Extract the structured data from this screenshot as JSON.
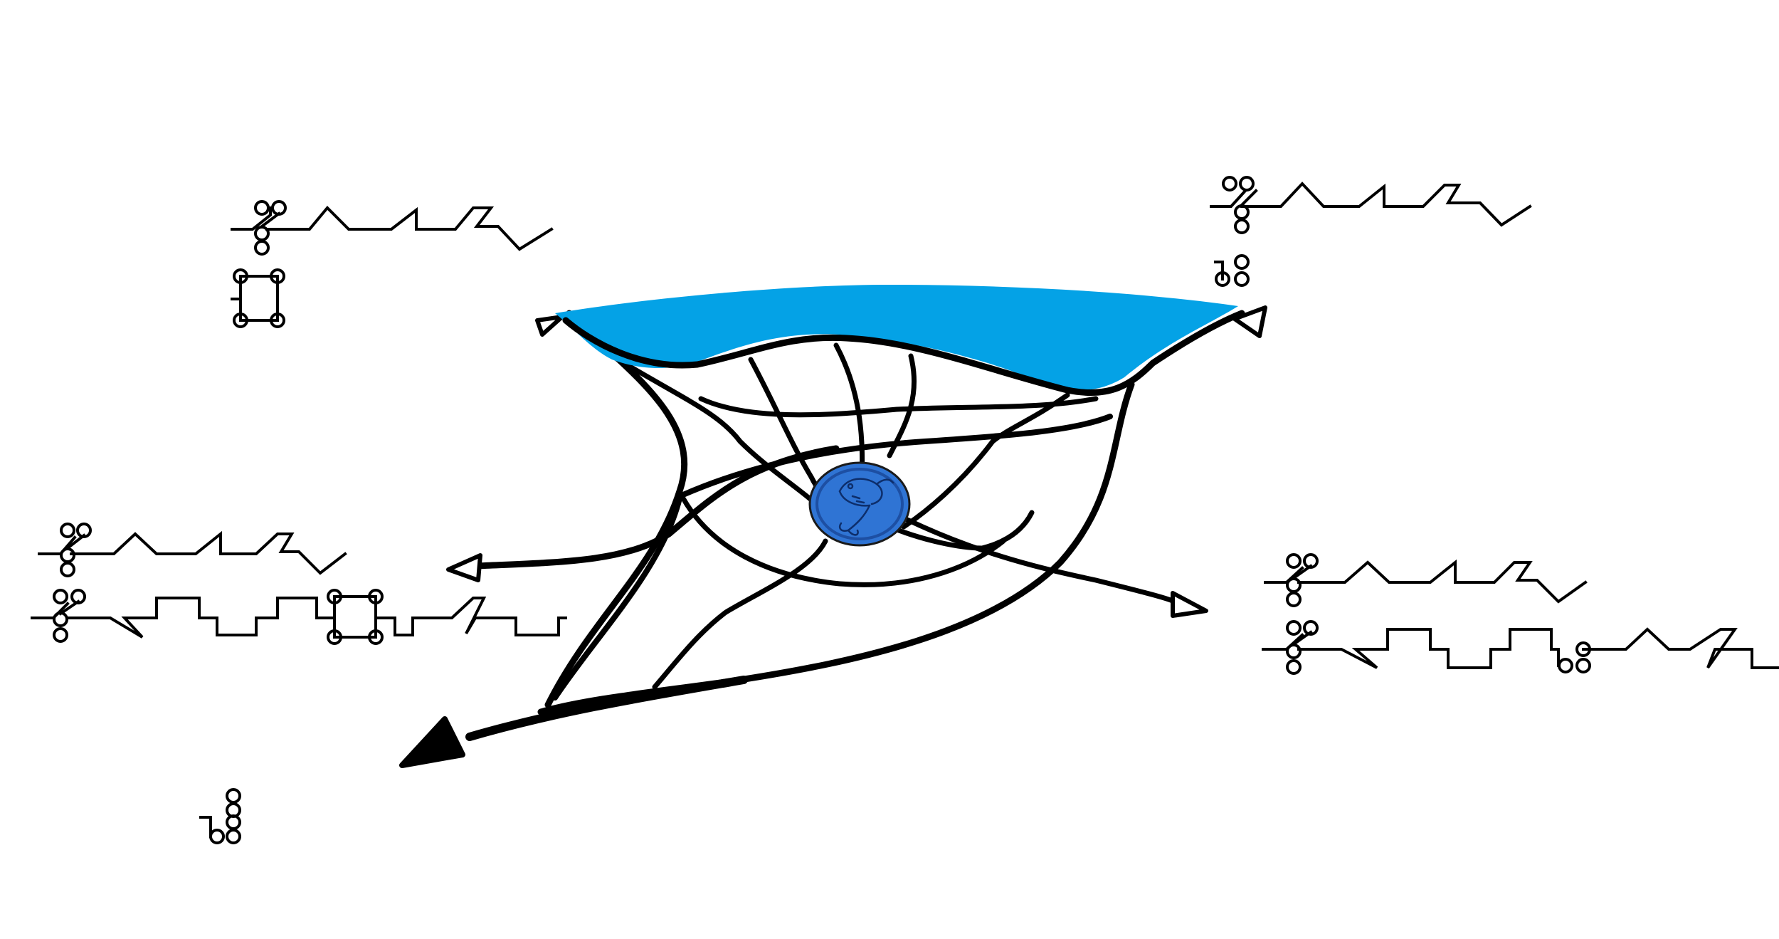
{
  "diagram": {
    "background": "#ffffff",
    "ink_color": "#000000",
    "water_color": "#04a2e6",
    "coin_color": "#2f74d4",
    "coin_rim_color": "#1d4fa3",
    "coin_icon": "fish-icon",
    "script_labels": [
      {
        "id": "top-left",
        "lines": 2
      },
      {
        "id": "top-right",
        "lines": 2
      },
      {
        "id": "middle-left",
        "lines": 2
      },
      {
        "id": "middle-right",
        "lines": 2
      },
      {
        "id": "bottom",
        "lines": 1
      }
    ],
    "arrows": [
      {
        "id": "top-left",
        "head": "open"
      },
      {
        "id": "top-right",
        "head": "open"
      },
      {
        "id": "middle-left",
        "head": "open"
      },
      {
        "id": "middle-right",
        "head": "open"
      },
      {
        "id": "bottom",
        "head": "filled"
      }
    ]
  }
}
